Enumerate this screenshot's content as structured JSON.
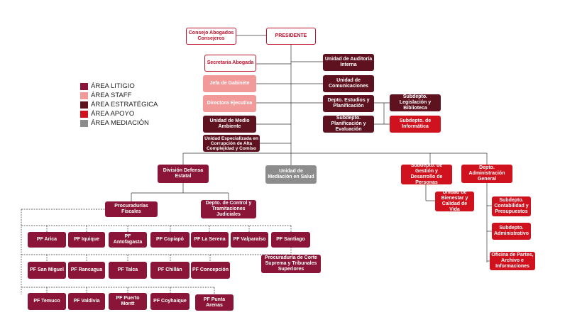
{
  "colors": {
    "area_litigio": "#8b1538",
    "area_staff": "#f29a9a",
    "area_estrategica": "#5e1220",
    "area_apoyo": "#d0121e",
    "area_mediacion": "#8c8c8c"
  },
  "legend": {
    "litigio": "ÁREA LITIGIO",
    "staff": "ÁREA STAFF",
    "estrategica": "ÁREA ESTRATÉGICA",
    "apoyo": "ÁREA APOYO",
    "mediacion": "ÁREA MEDIACIÓN"
  },
  "nodes": {
    "presidente": "PRESIDENTE",
    "consejo": "Consejo Abogados Consejeros",
    "secretaria": "Secretaria Abogada",
    "jefa_gabinete": "Jefa de Gabinete",
    "directora": "Directora Ejecutiva",
    "medio_ambiente": "Unidad de Medio Ambiente",
    "corrupcion": "Unidad  Especializada en Corrupción de Alta Complejidad y Comiso",
    "auditoria": "Unidad de Auditoría Interna",
    "comunicaciones": "Unidad de Comunicaciones",
    "estudios": "Depto. Estudios y Planificación",
    "legislacion": "Subdepto. Legislación y Biblioteca",
    "planificacion": "Subdepto. Planificación y Evaluación",
    "informatica": "Subdepto. de Informática",
    "defensa_estatal": "División Defensa Estatal",
    "mediacion_salud": "Unidad de Mediación en Salud",
    "gestion_personas": "Subdepto. de Gestión y Desarrollo de Personas",
    "bienestar": "Unidad de Bienestar y Calidad de Vida",
    "administracion": "Depto. Administración General",
    "contabilidad": "Subdepto. Contabilidad y Presupuestos",
    "administrativo": "Subdepto. Administrativo",
    "oficina_partes": "Oficina de Partes, Archivo e Informaciones",
    "procuradurias": "Procuradurías Fiscales",
    "control": "Depto. de Control y Tramitaciones Judiciales",
    "corte_suprema": "Procuraduría de Corte Suprema y Tribunales Superiores"
  },
  "pf": {
    "row1": [
      "PF Arica",
      "PF Iquique",
      "PF Antofagasta",
      "PF Copiapó",
      "PF La Serena",
      "PF Valparaíso",
      "PF Santiago"
    ],
    "row2": [
      "PF San Miguel",
      "PF Rancagua",
      "PF Talca",
      "PF Chillán",
      "PF Concepción"
    ],
    "row3": [
      "PF Temuco",
      "PF Valdivia",
      "PF Puerto Montt",
      "PF Coyhaique",
      "PF Punta Arenas"
    ]
  }
}
